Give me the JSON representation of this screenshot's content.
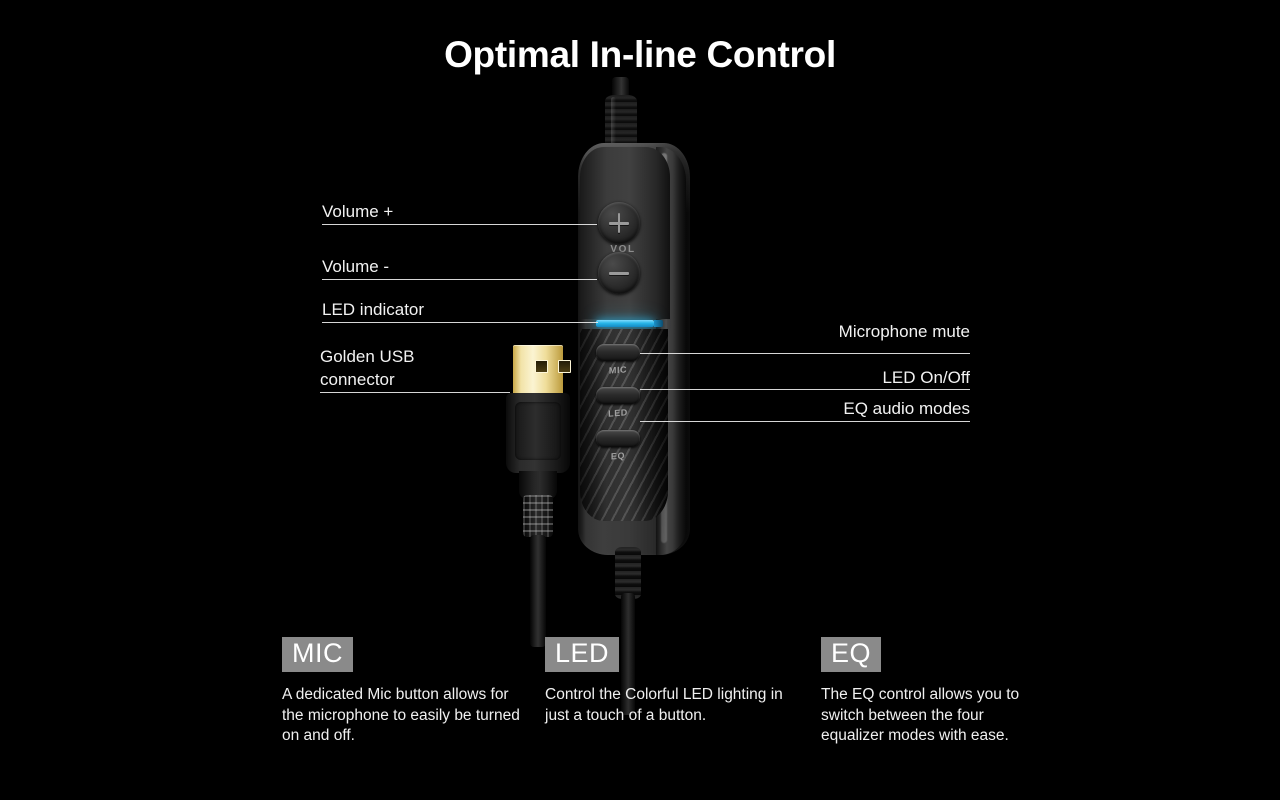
{
  "page": {
    "title": "Optimal In-line Control",
    "background_color": "#000000",
    "text_color": "#f2f2f2",
    "accent_led_color": "#29b6e8",
    "badge_background_color": "#8a8a8a",
    "gold_connector_color": "#f2e3a8"
  },
  "callouts": {
    "left": [
      {
        "label": "Volume +",
        "name": "callout-volume-up"
      },
      {
        "label": "Volume -",
        "name": "callout-volume-down"
      },
      {
        "label": "LED indicator",
        "name": "callout-led-indicator"
      },
      {
        "label": "Golden USB\nconnector",
        "name": "callout-golden-usb-connector"
      }
    ],
    "right": [
      {
        "label": "Microphone mute",
        "name": "callout-microphone-mute"
      },
      {
        "label": "LED On/Off",
        "name": "callout-led-on-off"
      },
      {
        "label": "EQ audio modes",
        "name": "callout-eq-audio-modes"
      }
    ]
  },
  "device": {
    "volume_label": "VOL",
    "buttons": [
      {
        "label": "MIC"
      },
      {
        "label": "LED"
      },
      {
        "label": "EQ"
      }
    ]
  },
  "features": [
    {
      "badge": "MIC",
      "text": "A dedicated Mic button allows for the microphone to easily be turned on and off."
    },
    {
      "badge": "LED",
      "text": "Control the Colorful LED lighting in just a touch of a button."
    },
    {
      "badge": "EQ",
      "text": "The EQ control allows you to switch between the four equalizer modes with ease."
    }
  ]
}
